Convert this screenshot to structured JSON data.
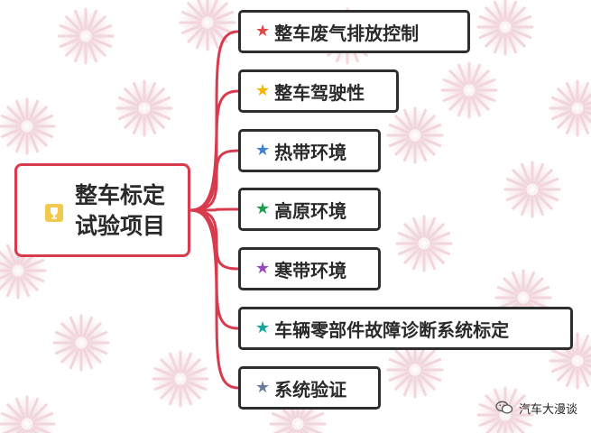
{
  "root": {
    "label": "整车标定\n试验项目",
    "icon": "trophy-icon",
    "border_color": "#d83a4e"
  },
  "branches": [
    {
      "label": "整车废气排放控制",
      "star_color": "#e04848"
    },
    {
      "label": "整车驾驶性",
      "star_color": "#f4b400"
    },
    {
      "label": "热带环境",
      "star_color": "#3b82d6"
    },
    {
      "label": "高原环境",
      "star_color": "#1a9e4a"
    },
    {
      "label": "寒带环境",
      "star_color": "#9a45c2"
    },
    {
      "label": "车辆零部件故障诊断系统标定",
      "star_color": "#17a5a0"
    },
    {
      "label": "系统验证",
      "star_color": "#6b7b9c"
    }
  ],
  "connector_color": "#d83a4e",
  "watermark": {
    "text": "汽车大漫谈",
    "icon": "wechat-icon"
  }
}
